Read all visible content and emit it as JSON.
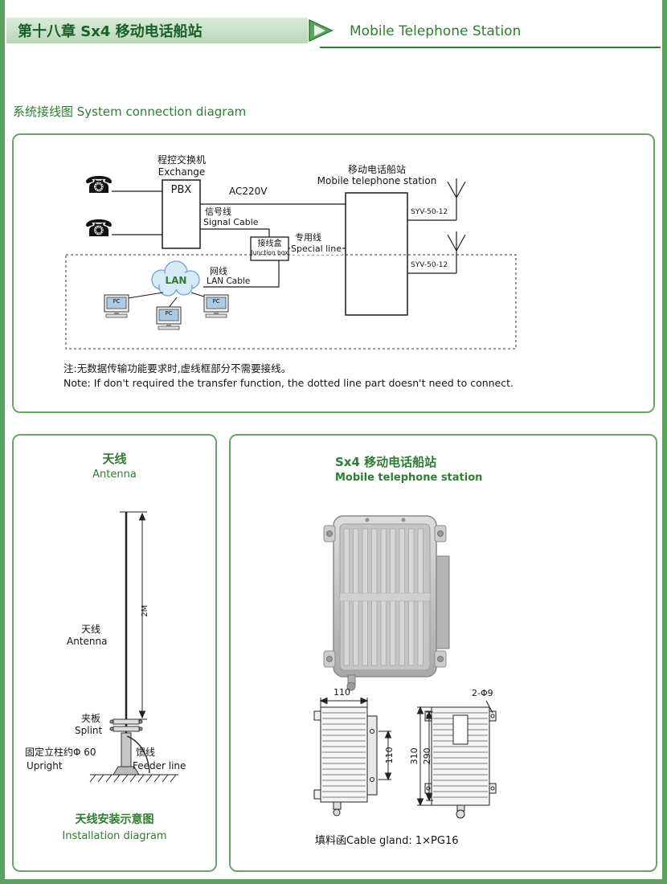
{
  "colors": {
    "accent_green": "#2e7d32",
    "panel_border": "#6aa56c",
    "banner_bg": "#c9e0c9",
    "cloud_fill": "#d6eaf8",
    "cloud_border": "#6aa3d8"
  },
  "icons": {
    "phone": "☎"
  },
  "header": {
    "chapter_title": "第十八章  Sx4 移动电话船站",
    "title_en": "Mobile Telephone Station"
  },
  "section": {
    "title": "系统接线图 System connection diagram"
  },
  "diagram": {
    "exchange_zh": "程控交换机",
    "exchange_en": "Exchange",
    "pbx": "PBX",
    "power": "AC220V",
    "signal_zh": "信号线",
    "signal_en": "Signal Cable",
    "junction_zh": "接线盒",
    "junction_en": "Junction box",
    "special_zh": "专用线",
    "special_en": "Special line",
    "station_zh": "移动电话船站",
    "station_en": "Mobile telephone station",
    "syv": "SYV-50-12",
    "lan": "LAN",
    "lan_cable_zh": "网线",
    "lan_cable_en": "LAN Cable",
    "pc": "PC",
    "note_zh": "注:无数据传输功能要求时,虚线框部分不需要接线。",
    "note_en": "Note: If don't required the transfer function, the dotted line part doesn't need to connect."
  },
  "antenna": {
    "title_zh": "天线",
    "title_en": "Antenna",
    "height_dim": "2M",
    "antenna_zh": "天线",
    "antenna_en": "Antenna",
    "splint_zh": "夹板",
    "splint_en": "Splint",
    "upright_zh": "固定立柱约Φ 60",
    "upright_en": "Upright",
    "feeder_zh": "馈线",
    "feeder_en": "Feeder line",
    "caption_zh": "天线安装示意图",
    "caption_en": "Installation diagram"
  },
  "station": {
    "title_zh": "Sx4 移动电话船站",
    "title_en": "Mobile telephone station",
    "dim_width": "110",
    "dim_depth": "110",
    "dim_holes": "2-Φ9",
    "dim_height_outer": "310",
    "dim_height_inner": "290",
    "gland_note": "填料函Cable gland:  1×PG16"
  }
}
